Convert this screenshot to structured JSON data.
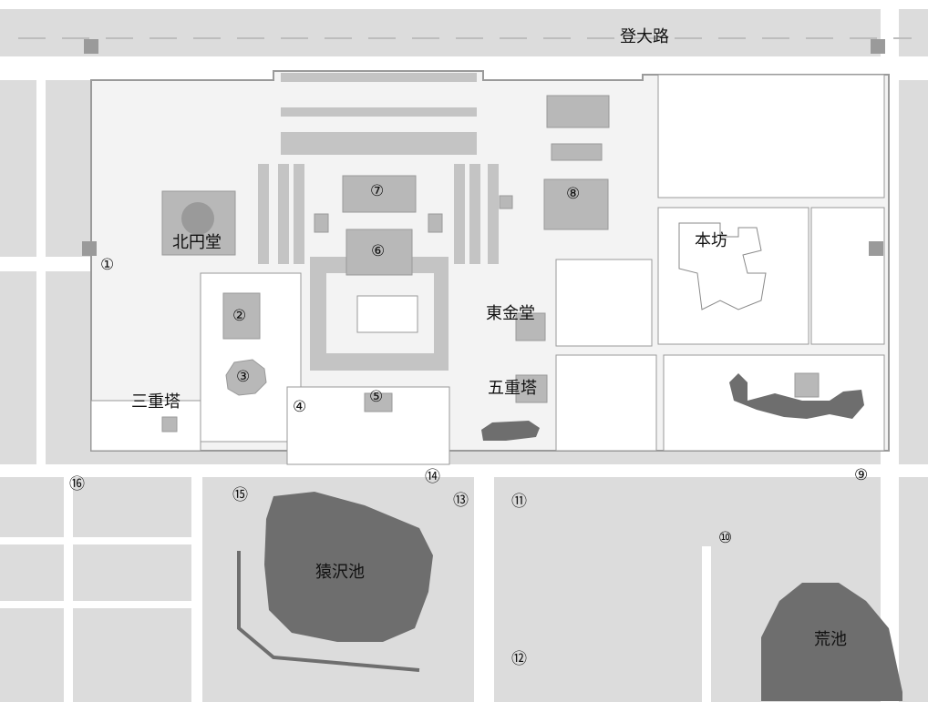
{
  "map": {
    "labels": {
      "road_north": "登大路",
      "hokuendo": "北円堂",
      "honbo": "本坊",
      "tokondo": "東金堂",
      "gojunoto": "五重塔",
      "sanjunoto": "三重塔",
      "sarusawa_pond": "猿沢池",
      "ara_pond": "荒池"
    },
    "markers": {
      "m1": "①",
      "m2": "②",
      "m3": "③",
      "m4": "④",
      "m5": "⑤",
      "m6": "⑥",
      "m7": "⑦",
      "m8": "⑧",
      "m9": "⑨",
      "m10": "⑩",
      "m11": "⑪",
      "m12": "⑫",
      "m13": "⑬",
      "m14": "⑭",
      "m15": "⑮",
      "m16": "⑯"
    },
    "colors": {
      "ground": "#dcdcdc",
      "road": "#ffffff",
      "building": "#b8b8b8",
      "pond": "#6e6e6e",
      "outline": "#9a9a9a"
    }
  }
}
